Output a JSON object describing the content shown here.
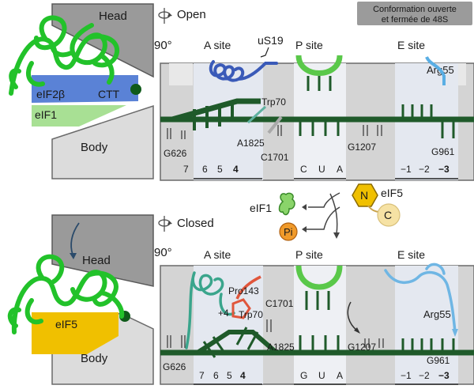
{
  "caption": {
    "line1": "Conformation ouverte",
    "line2": "et fermée de 48S"
  },
  "colors": {
    "rna": "#1f5a2a",
    "helix_green": "#1fbf2a",
    "elf2b_blue": "#5a82d6",
    "elf1_green": "#9fdc8a",
    "elf5_yellow": "#f0c000",
    "ribosome_grey": "#c8c8c8",
    "teal": "#3aa58c",
    "sky": "#6fb6e4",
    "pro_red": "#e0563c",
    "pi_orange": "#f09a2a"
  },
  "top": {
    "head_label": "Head",
    "body_label": "Body",
    "elf2b_label": "eIF2β",
    "ctt_label": "CTT",
    "elf1_label": "eIF1",
    "state_label": "Open",
    "rotation_label": "90°",
    "site_a": "A site",
    "site_p": "P site",
    "site_e": "E site",
    "us19_label": "uS19",
    "arg55_label": "Arg55",
    "trp70_label": "Trp70",
    "a1825_label": "A1825",
    "c1701_label": "C1701",
    "g626_label": "G626",
    "g1207_label": "G1207",
    "g961_label": "G961",
    "a_positions": [
      "7",
      "6",
      "5",
      "4"
    ],
    "p_codon": [
      "C",
      "U",
      "A"
    ],
    "e_positions": [
      "−1",
      "−2",
      "−3"
    ]
  },
  "middle": {
    "elf1_label": "eIF1",
    "pi_label": "Pi",
    "n_label": "N",
    "c_label": "C",
    "elf5_label": "eIF5"
  },
  "bottom": {
    "head_label": "Head",
    "body_label": "Body",
    "elf5_label": "eIF5",
    "state_label": "Closed",
    "rotation_label": "90°",
    "site_a": "A site",
    "site_p": "P site",
    "site_e": "E site",
    "pro143_label": "Pro143",
    "plus4_label": "+4",
    "trp70_label": "Trp70",
    "c1701_label": "C1701",
    "a1825_label": "A1825",
    "g626_label": "G626",
    "g1207_label": "G1207",
    "g961_label": "G961",
    "arg55_label": "Arg55",
    "a_positions": [
      "7",
      "6",
      "5",
      "4"
    ],
    "p_codon": [
      "G",
      "U",
      "A"
    ],
    "e_positions": [
      "−1",
      "−2",
      "−3"
    ]
  }
}
